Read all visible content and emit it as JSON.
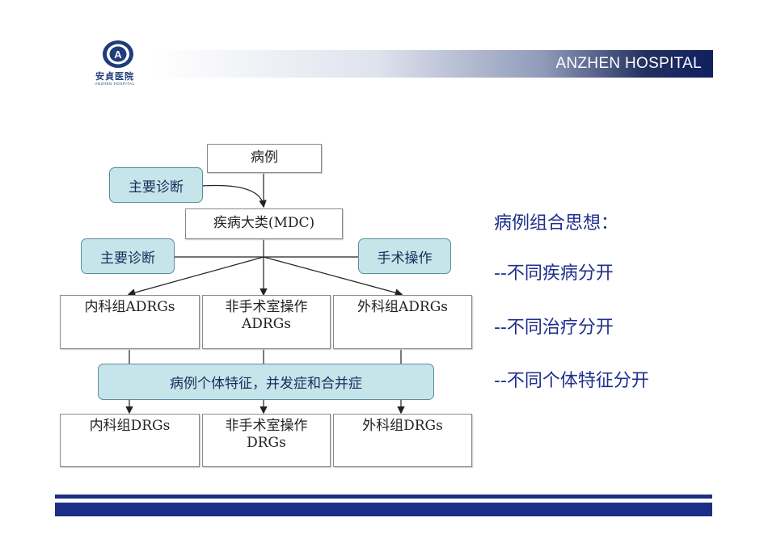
{
  "header": {
    "logo_text": "安貞医院",
    "logo_subtext": "ANZHEN HOSPITAL",
    "title": "ANZHEN  HOSPITAL"
  },
  "diagram": {
    "case": "病例",
    "main_diagnosis_1": "主要诊断",
    "mdc": "疾病大类(MDC)",
    "main_diagnosis_2": "主要诊断",
    "surgery_op": "手术操作",
    "internal_adrgs": "内科组ADRGs",
    "non_surgical_adrgs": "非手术室操作\nADRGs",
    "surgical_adrgs": "外科组ADRGs",
    "individual_features": "病例个体特征，并发症和合并症",
    "internal_drgs": "内科组DRGs",
    "non_surgical_drgs": "非手术室操作\nDRGs",
    "surgical_drgs": "外科组DRGs"
  },
  "side": {
    "heading": "病例组合思想：",
    "point_1": "--不同疾病分开",
    "point_2": "--不同治疗分开",
    "point_3": "--不同个体特征分开"
  },
  "colors": {
    "brand_blue": "#1b2f86",
    "pill_fill": "#c5e5ea",
    "side_text": "#1f2f8a"
  }
}
